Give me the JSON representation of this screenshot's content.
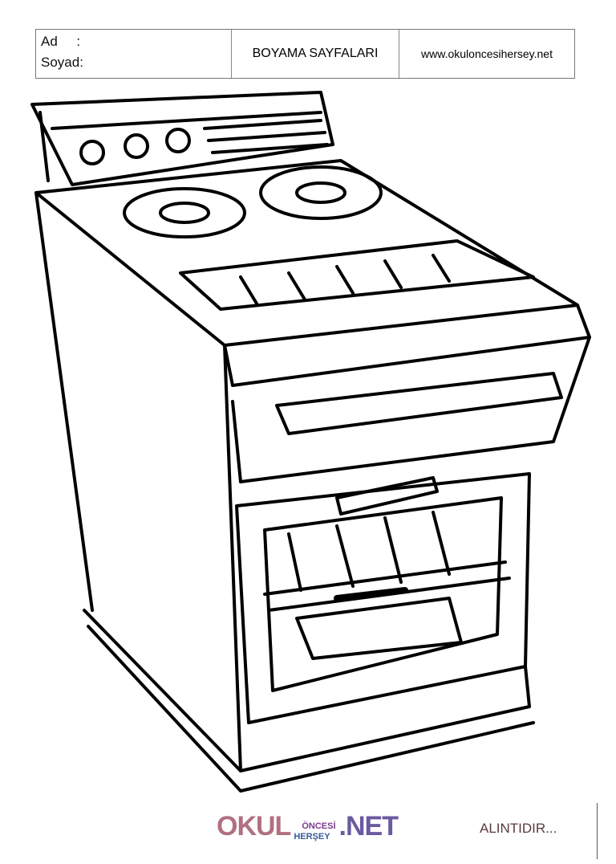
{
  "header": {
    "name_label": "Ad     :",
    "surname_label": "Soyad:",
    "title": "BOYAMA SAYFALARI",
    "website": "www.okuloncesihersey.net"
  },
  "footer": {
    "logo_part1": "OKUL",
    "logo_part2_top": "ÖNCESİ",
    "logo_part2_bottom": "HERŞEY",
    "logo_part3": ".NET",
    "credit": "ALINTIDIR..."
  }
}
